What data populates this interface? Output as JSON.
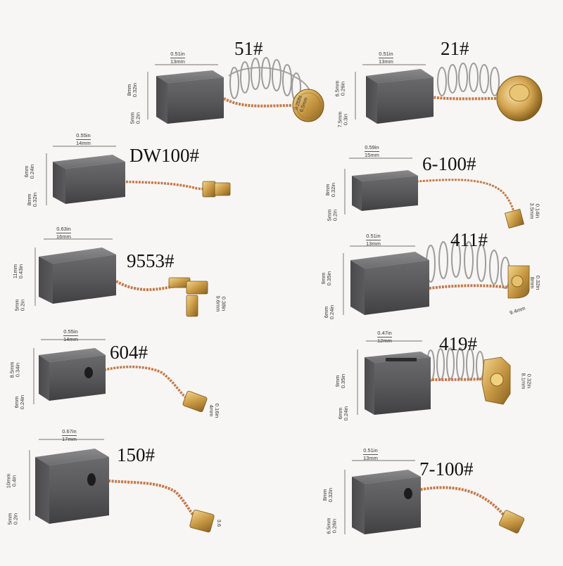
{
  "brushes": [
    {
      "id": "51",
      "label": "51#",
      "width": "0.51in 13mm",
      "w_in": "0.51in",
      "w_mm": "13mm",
      "h_in": "0.32in",
      "h_mm": "8mm",
      "d_in": "0.2in",
      "d_mm": "5mm",
      "plate_in": "0.26IN",
      "plate_mm": "6.5mm"
    },
    {
      "id": "21",
      "label": "21#",
      "w_in": "0.51in",
      "w_mm": "13mm",
      "h_in": "0.26in",
      "h_mm": "6.5mm",
      "d_in": "0.3in",
      "d_mm": "7.5mm"
    },
    {
      "id": "DW100",
      "label": "DW100#",
      "w_in": "0.55in",
      "w_mm": "14mm",
      "h_in": "0.24in",
      "h_mm": "6mm",
      "d_in": "0.32in",
      "d_mm": "8mm"
    },
    {
      "id": "6-100",
      "label": "6-100#",
      "w_in": "0.59in",
      "w_mm": "15mm",
      "h_in": "0.32in",
      "h_mm": "8mm",
      "d_in": "0.2in",
      "d_mm": "5mm",
      "t_in": "0.14in",
      "t_mm": "3.5mm"
    },
    {
      "id": "9553",
      "label": "9553#",
      "w_in": "0.63in",
      "w_mm": "16mm",
      "h_in": "0.43in",
      "h_mm": "11mm",
      "d_in": "0.2in",
      "d_mm": "5mm",
      "t_in": "0.38in",
      "t_mm": "9.6mm"
    },
    {
      "id": "411",
      "label": "411#",
      "w_in": "0.51in",
      "w_mm": "13mm",
      "h_in": "0.35in",
      "h_mm": "9mm",
      "d_in": "0.24in",
      "d_mm": "6mm",
      "t_in": "0.32in",
      "t_mm": "8mm",
      "t2_mm": "9.4mm"
    },
    {
      "id": "604",
      "label": "604#",
      "w_in": "0.55in",
      "w_mm": "14mm",
      "h_in": "0.34in",
      "h_mm": "8.5mm",
      "d_in": "0.24in",
      "d_mm": "6mm",
      "t_in": "0.16in",
      "t_mm": "4mm"
    },
    {
      "id": "419",
      "label": "419#",
      "w_in": "0.47in",
      "w_mm": "12mm",
      "h_in": "0.35in",
      "h_mm": "9mm",
      "d_in": "0.24in",
      "d_mm": "6mm",
      "t_in": "0.32in",
      "t_mm": "8.1mm"
    },
    {
      "id": "150",
      "label": "150#",
      "w_in": "0.67in",
      "w_mm": "17mm",
      "h_in": "0.4in",
      "h_mm": "10mm",
      "d_in": "0.2in",
      "d_mm": "5mm",
      "t_mm": "3.6"
    },
    {
      "id": "7-100",
      "label": "7-100#",
      "w_in": "0.51in",
      "w_mm": "13mm",
      "h_in": "0.32in",
      "h_mm": "8mm",
      "d_in": "0.26in",
      "d_mm": "6.5mm"
    }
  ],
  "colors": {
    "carbon": "#5f5f61",
    "carbon_dark": "#3f3f41",
    "copper": "#c47a4a",
    "brass": "#c9a35a",
    "spring": "#9a9a9a"
  }
}
